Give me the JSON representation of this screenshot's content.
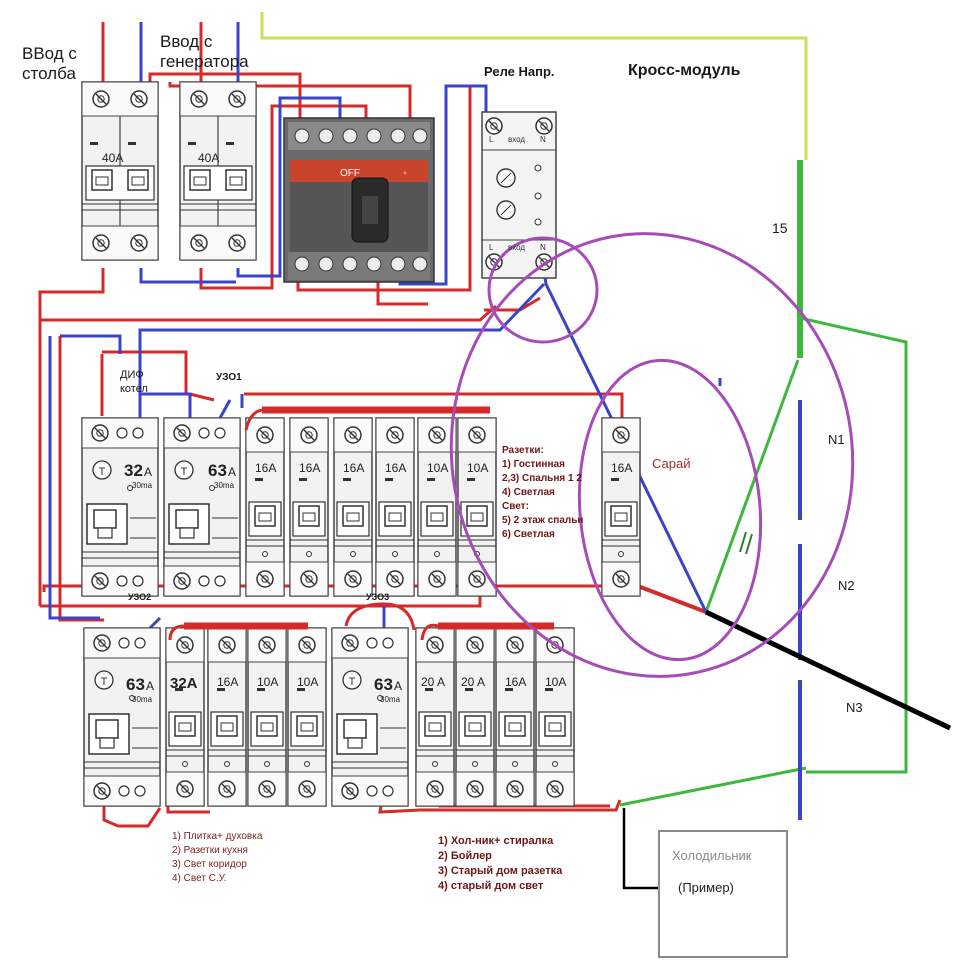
{
  "labels": {
    "input_pole": "ВВод с столба",
    "input_pole_line1": "ВВод с",
    "input_pole_line2": "столба",
    "input_gen_line1": "Ввод с",
    "input_gen_line2": "генератора",
    "relay": "Реле Напр.",
    "cross_module": "Кросс-модуль",
    "num_15": "15",
    "n1": "N1",
    "n2": "N2",
    "n3": "N3",
    "dif_line1": "ДИФ",
    "dif_line2": "котел",
    "uzo1": "УЗО1",
    "uzo2": "УЗО2",
    "uzo3": "УЗО3",
    "shed": "Сарай",
    "fridge_title": "Холодильник",
    "fridge_note": "(Пример)"
  },
  "top_breakers": [
    {
      "rating": "40A"
    },
    {
      "rating": "40A"
    }
  ],
  "relay_terms": {
    "top_l": "L",
    "top_mid": "вход",
    "top_n": "N",
    "bot_l": "L",
    "bot_mid": "вход",
    "bot_n": "N"
  },
  "switch_label": {
    "off": "OFF",
    "on": "ON"
  },
  "row1": {
    "rcd": [
      {
        "rating": "32",
        "unit": "A",
        "ma": "30ma"
      },
      {
        "rating": "63",
        "unit": "A",
        "ma": "30ma"
      }
    ],
    "mcb": [
      "16A",
      "16A",
      "16A",
      "16A",
      "10A",
      "10A"
    ],
    "shed_mcb": "16A",
    "notes": [
      "Разетки:",
      "1) Гостинная",
      "2,3) Спальня 1 2",
      "4) Светлая",
      "Свет:",
      "5) 2 этаж спальн",
      "6) Светлая"
    ]
  },
  "row2": {
    "rcd": [
      {
        "rating": "63",
        "unit": "A",
        "ma": "30ma"
      },
      {
        "rating": "63",
        "unit": "A",
        "ma": "30ma"
      }
    ],
    "mcb_group1": [
      "32A",
      "16A",
      "10A",
      "10A"
    ],
    "mcb_group2": [
      "20 A",
      "20 A",
      "16A",
      "10A"
    ],
    "notes_left": [
      "1) Плитка+ духовка",
      "2) Разетки кухня",
      "3) Свет коридор",
      "4) Свет С.У."
    ],
    "notes_right": [
      "1) Хол-ник+ стиралка",
      "2) Бойлер",
      "3) Старый дом разетка",
      "4) старый дом свет"
    ]
  },
  "colors": {
    "red_wire": "#d42a2a",
    "blue_wire": "#3a44c8",
    "green_wire": "#3db83d",
    "lime_wire": "#c6e05a",
    "circle": "#a64cb8",
    "black_wire": "#000000",
    "breaker_body": "#f0f0f0",
    "switch_red": "#c9442c"
  }
}
